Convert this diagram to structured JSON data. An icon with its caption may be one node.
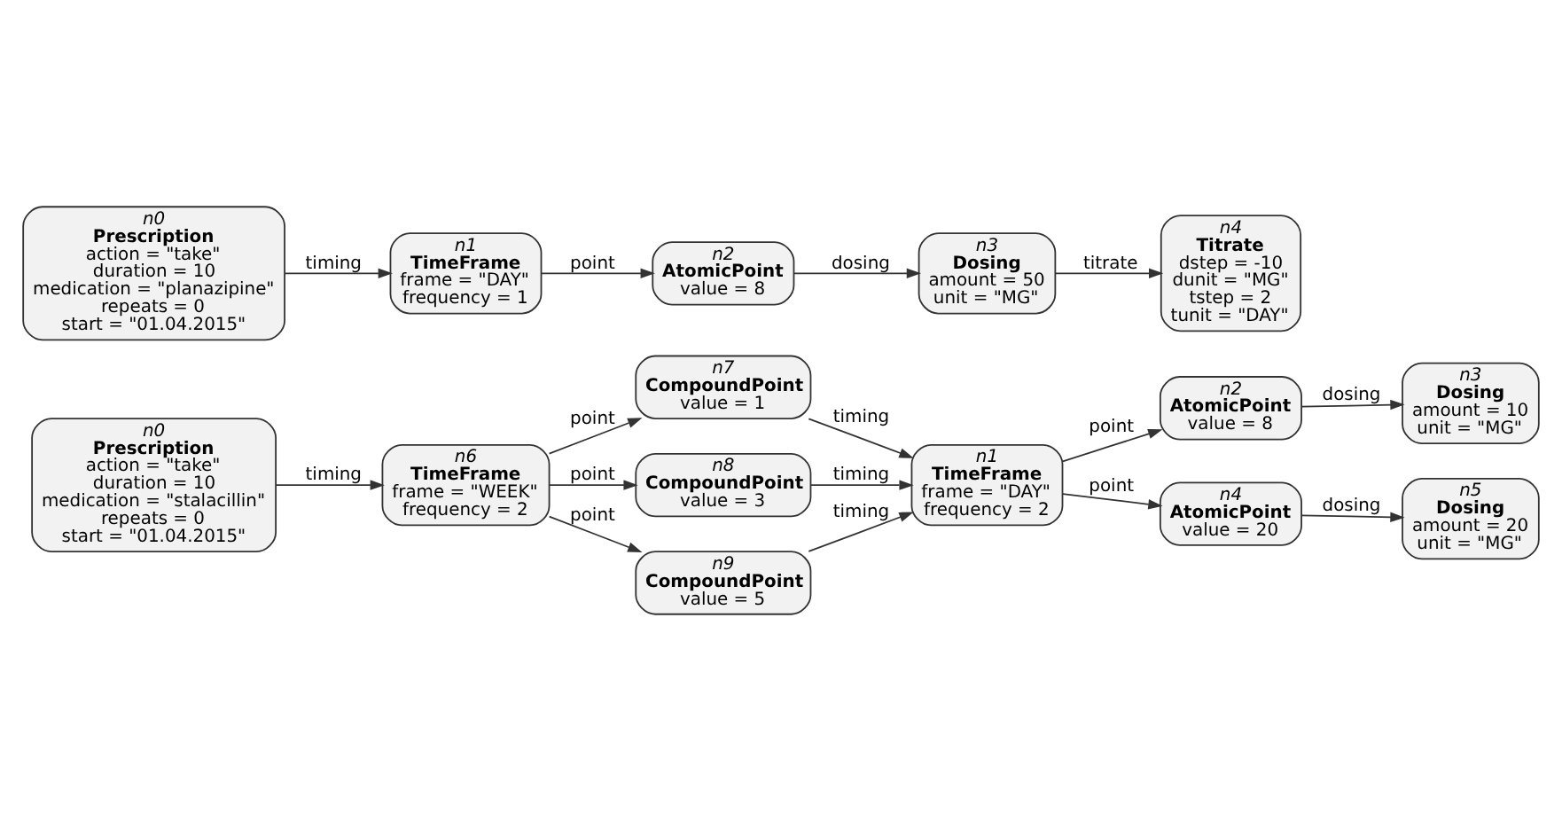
{
  "diagram": {
    "nodes": [
      {
        "text": [
          "n0",
          "Prescription",
          "action = \"take\"",
          "duration = 10",
          "medication = \"stalacillin\"",
          "repeats = 0",
          "start = \"01.04.2015\""
        ]
      },
      {
        "text": [
          "n1",
          "TimeFrame",
          "frame = \"DAY\"",
          "frequency = 2"
        ]
      },
      {
        "text": [
          "n2",
          "AtomicPoint",
          "value = 8"
        ]
      },
      {
        "text": [
          "n3",
          "Dosing",
          "amount = 10",
          "unit = \"MG\""
        ]
      },
      {
        "text": [
          "n4",
          "AtomicPoint",
          "value = 20"
        ]
      },
      {
        "text": [
          "n5",
          "Dosing",
          "amount = 20",
          "unit = \"MG\""
        ]
      },
      {
        "text": [
          "n6",
          "TimeFrame",
          "frame = \"WEEK\"",
          "frequency = 2"
        ]
      },
      {
        "text": [
          "n7",
          "CompoundPoint",
          "value = 1"
        ]
      },
      {
        "text": [
          "n8",
          "CompoundPoint",
          "value = 3"
        ]
      },
      {
        "text": [
          "n9",
          "CompoundPoint",
          "value = 5"
        ]
      },
      {
        "text": [
          "n0",
          "Prescription",
          "action = \"take\"",
          "duration = 10",
          "medication = \"planazipine\"",
          "repeats = 0",
          "start = \"01.04.2015\""
        ]
      },
      {
        "text": [
          "n1",
          "TimeFrame",
          "frame = \"DAY\"",
          "frequency = 1"
        ]
      },
      {
        "text": [
          "n2",
          "AtomicPoint",
          "value = 8"
        ]
      },
      {
        "text": [
          "n3",
          "Dosing",
          "amount = 50",
          "unit = \"MG\""
        ]
      },
      {
        "text": [
          "n4",
          "Titrate",
          "dstep = -10",
          "dunit = \"MG\"",
          "tstep = 2",
          "tunit = \"DAY\""
        ]
      }
    ],
    "edges": [
      {
        "from": 0,
        "to": 6,
        "arrow": "to",
        "label": "timing"
      },
      {
        "from": 6,
        "to": 7,
        "arrow": "to",
        "label": "point"
      },
      {
        "from": 6,
        "to": 8,
        "arrow": "to",
        "label": "point"
      },
      {
        "from": 6,
        "to": 9,
        "arrow": "to",
        "label": "point"
      },
      {
        "from": 7,
        "to": 1,
        "arrow": "to",
        "label": "timing"
      },
      {
        "from": 8,
        "to": 1,
        "arrow": "to",
        "label": "timing"
      },
      {
        "from": 9,
        "to": 1,
        "arrow": "to",
        "label": "timing"
      },
      {
        "from": 1,
        "to": 4,
        "arrow": "to",
        "label": "point"
      },
      {
        "from": 1,
        "to": 2,
        "arrow": "to",
        "label": "point"
      },
      {
        "from": 4,
        "to": 5,
        "arrow": "to",
        "label": "dosing"
      },
      {
        "from": 2,
        "to": 3,
        "arrow": "to",
        "label": "dosing"
      },
      {
        "from": 10,
        "to": 11,
        "arrow": "to",
        "label": "timing"
      },
      {
        "from": 11,
        "to": 12,
        "arrow": "to",
        "label": "point"
      },
      {
        "from": 12,
        "to": 13,
        "arrow": "to",
        "label": "dosing"
      },
      {
        "from": 13,
        "to": 14,
        "arrow": "to",
        "label": "titrate"
      }
    ]
  }
}
